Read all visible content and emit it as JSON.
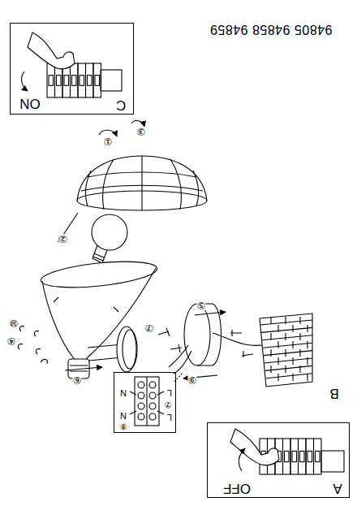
{
  "diagram": {
    "title": "94805 94858 94859",
    "nodes": [
      {
        "text": [
          "C",
          "ON"
        ]
      },
      {
        "text": [
          "N",
          "L",
          "N",
          "L",
          "⑦",
          "⑧"
        ]
      },
      {
        "text": [
          "A",
          "OFF"
        ]
      }
    ],
    "labels": [
      "①",
      "③",
      "②",
      "⑤",
      "⑦",
      "⑨",
      "⑥",
      "⑩",
      "④",
      "B"
    ]
  }
}
